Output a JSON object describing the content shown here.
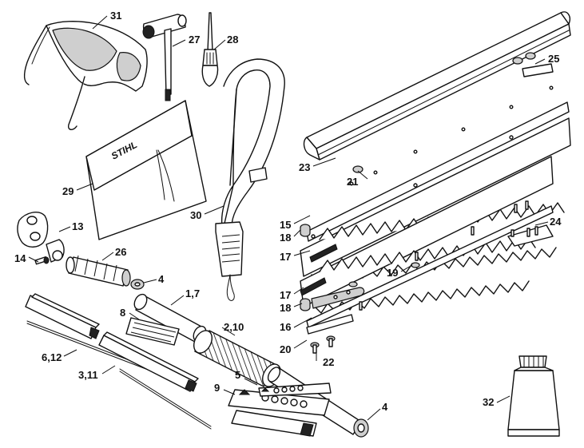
{
  "brand": {
    "logo_text": "STIHL"
  },
  "labels": {
    "p31": "31",
    "p27": "27",
    "p28": "28",
    "p25": "25",
    "p23": "23",
    "p21": "21",
    "p29": "29",
    "p30": "30",
    "p15": "15",
    "p18a": "18",
    "p17a": "17",
    "p13": "13",
    "p14": "14",
    "p26": "26",
    "p24": "24",
    "p19": "19",
    "p4a": "4",
    "p17_b": "17",
    "p18_b": "18",
    "p1_7": "1,7",
    "p8": "8",
    "p16": "16",
    "p2_10": "2,10",
    "p20": "20",
    "p6_12": "6,12",
    "p22": "22",
    "p3_11": "3,11",
    "p5": "5",
    "p9": "9",
    "p4b": "4",
    "p32": "32"
  }
}
